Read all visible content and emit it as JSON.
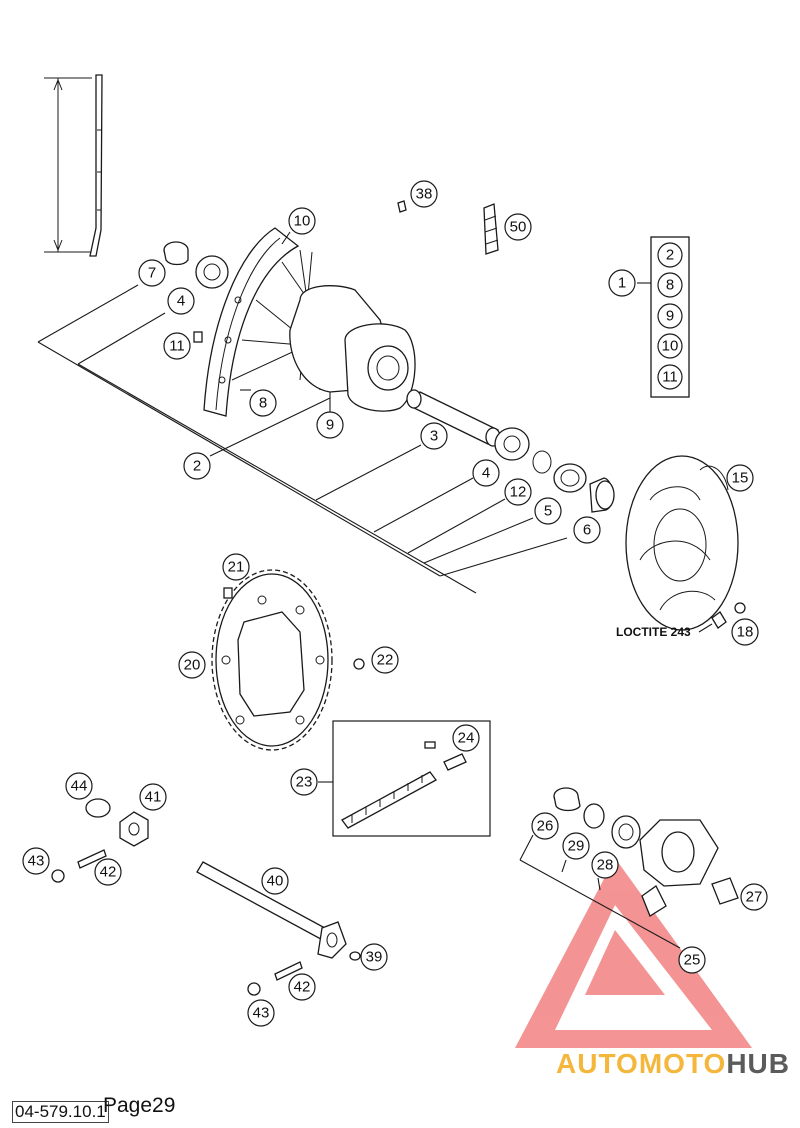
{
  "callouts": [
    {
      "id": "p1",
      "label": "1"
    },
    {
      "id": "p2a",
      "label": "2"
    },
    {
      "id": "p2",
      "label": "2"
    },
    {
      "id": "p3",
      "label": "3"
    },
    {
      "id": "p4a",
      "label": "4"
    },
    {
      "id": "p4b",
      "label": "4"
    },
    {
      "id": "p5",
      "label": "5"
    },
    {
      "id": "p6",
      "label": "6"
    },
    {
      "id": "p7",
      "label": "7"
    },
    {
      "id": "p8a",
      "label": "8"
    },
    {
      "id": "p8",
      "label": "8"
    },
    {
      "id": "p9a",
      "label": "9"
    },
    {
      "id": "p9",
      "label": "9"
    },
    {
      "id": "p10a",
      "label": "10"
    },
    {
      "id": "p10",
      "label": "10"
    },
    {
      "id": "p11a",
      "label": "11"
    },
    {
      "id": "p11",
      "label": "11"
    },
    {
      "id": "p12",
      "label": "12"
    },
    {
      "id": "p15",
      "label": "15"
    },
    {
      "id": "p18",
      "label": "18"
    },
    {
      "id": "p20",
      "label": "20"
    },
    {
      "id": "p21",
      "label": "21"
    },
    {
      "id": "p22",
      "label": "22"
    },
    {
      "id": "p23",
      "label": "23"
    },
    {
      "id": "p24",
      "label": "24"
    },
    {
      "id": "p25",
      "label": "25"
    },
    {
      "id": "p26",
      "label": "26"
    },
    {
      "id": "p27",
      "label": "27"
    },
    {
      "id": "p28",
      "label": "28"
    },
    {
      "id": "p29",
      "label": "29"
    },
    {
      "id": "p38",
      "label": "38"
    },
    {
      "id": "p39",
      "label": "39"
    },
    {
      "id": "p40",
      "label": "40"
    },
    {
      "id": "p41",
      "label": "41"
    },
    {
      "id": "p42a",
      "label": "42"
    },
    {
      "id": "p42b",
      "label": "42"
    },
    {
      "id": "p43a",
      "label": "43"
    },
    {
      "id": "p43b",
      "label": "43"
    },
    {
      "id": "p44",
      "label": "44"
    },
    {
      "id": "p50",
      "label": "50"
    }
  ],
  "annotations": {
    "loctite": "LOCTITE 243"
  },
  "footer": {
    "doc_code": "04-579.10.1",
    "page_label": "Page29"
  },
  "watermark": {
    "text_a": "AUTOMOTO",
    "text_b": "HUB",
    "color_a": "#f4b73c",
    "color_b": "#5b5b5b",
    "triangle_color": "#f07070"
  }
}
